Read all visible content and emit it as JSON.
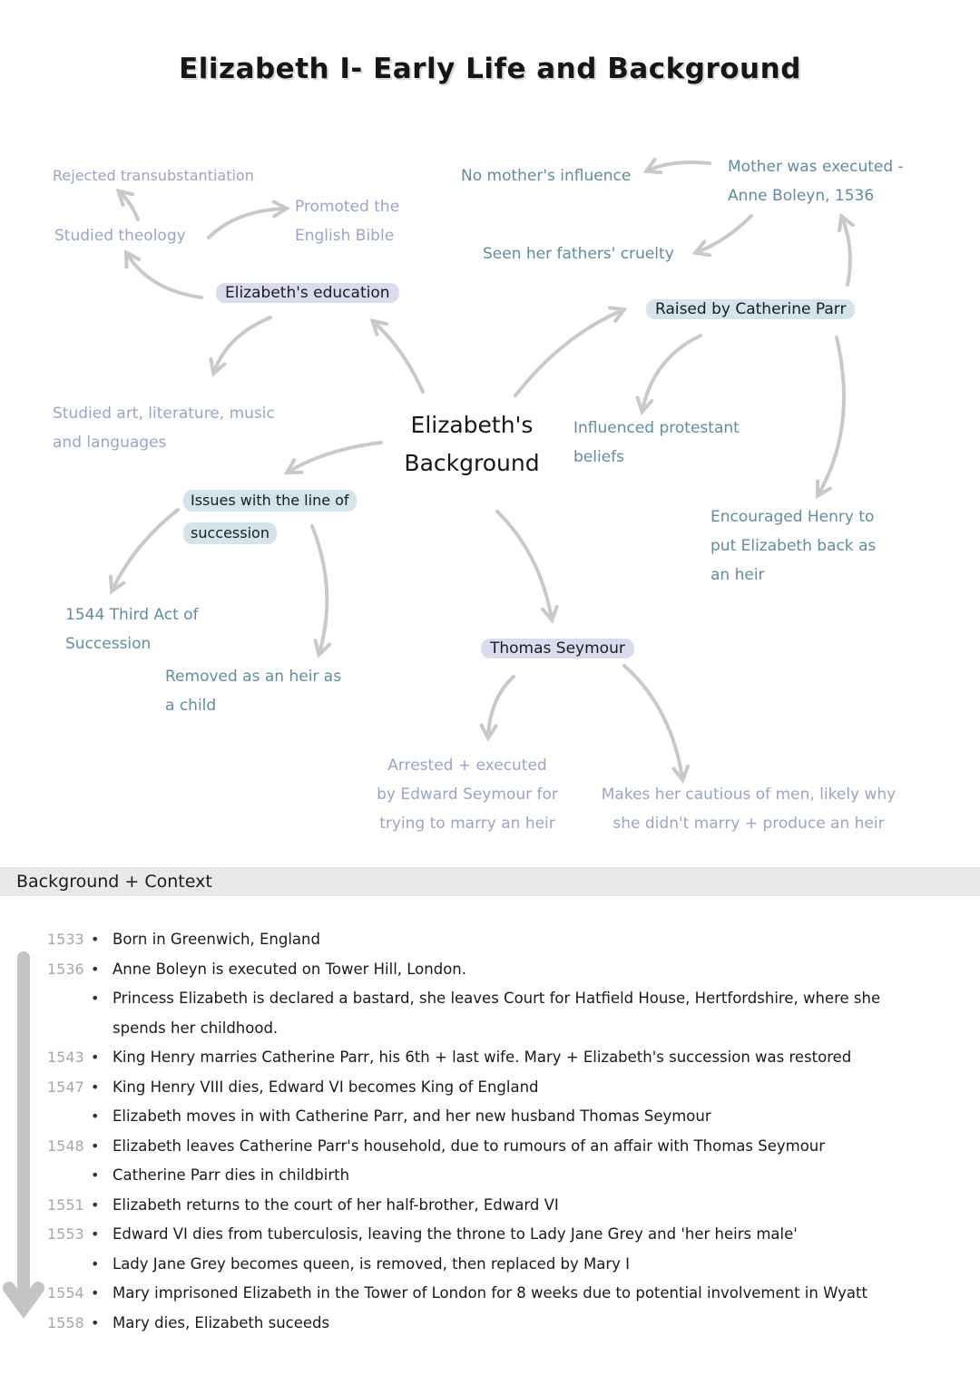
{
  "title": "Elizabeth I- Early Life and Background",
  "mindmap": {
    "center": {
      "line1": "Elizabeth's",
      "line2": "Background"
    },
    "education": {
      "label": "Elizabeth's education",
      "studied_theology": "Studied theology",
      "rejected": "Rejected transubstantiation",
      "promoted_line1": "Promoted the",
      "promoted_line2": "English Bible",
      "studied_art_line1": "Studied art, literature, music",
      "studied_art_line2": "and languages"
    },
    "catherine": {
      "label": "Raised by Catherine Parr",
      "mother_line1": "Mother was executed -",
      "mother_line2": "Anne Boleyn, 1536",
      "no_mother": "No mother's influence",
      "cruelty": "Seen her fathers' cruelty",
      "protestant_line1": "Influenced protestant",
      "protestant_line2": "beliefs",
      "encouraged_line1": "Encouraged Henry to",
      "encouraged_line2": "put Elizabeth back as",
      "encouraged_line3": "an heir"
    },
    "succession": {
      "label_line1": "Issues with the line of",
      "label_line2": "succession",
      "act_line1": "1544 Third Act of",
      "act_line2": "Succession",
      "removed_line1": "Removed as an heir as",
      "removed_line2": "a child"
    },
    "seymour": {
      "label": "Thomas Seymour",
      "arrested_line1": "Arrested + executed",
      "arrested_line2": "by Edward Seymour for",
      "arrested_line3": "trying to marry an heir",
      "cautious_line1": "Makes her cautious of men, likely why",
      "cautious_line2": "she didn't marry + produce an heir"
    }
  },
  "context": {
    "heading": "Background + Context",
    "rows": [
      {
        "year": "1533",
        "dot": "•",
        "text": "Born in Greenwich, England"
      },
      {
        "year": "1536",
        "dot": "•",
        "text": "Anne Boleyn is executed on Tower Hill, London."
      },
      {
        "year": "",
        "dot": "•",
        "text": "Princess Elizabeth is declared a bastard, she leaves Court for Hatfield House, Hertfordshire, where she"
      },
      {
        "year": "",
        "dot": "",
        "text": "spends her childhood."
      },
      {
        "year": "1543",
        "dot": "•",
        "text": "King Henry marries Catherine Parr, his 6th + last wife. Mary + Elizabeth's succession was restored"
      },
      {
        "year": "1547",
        "dot": "•",
        "text": "King Henry VIII dies, Edward VI becomes King of England"
      },
      {
        "year": "",
        "dot": "•",
        "text": "Elizabeth moves in with Catherine Parr, and her new husband Thomas Seymour"
      },
      {
        "year": "1548",
        "dot": "•",
        "text": "Elizabeth leaves Catherine Parr's household, due to rumours of an affair with Thomas Seymour"
      },
      {
        "year": "",
        "dot": "•",
        "text": "Catherine Parr dies in childbirth"
      },
      {
        "year": "1551",
        "dot": "•",
        "text": "Elizabeth returns to the court of her half-brother, Edward VI"
      },
      {
        "year": "1553",
        "dot": "•",
        "text": "Edward VI dies from tuberculosis, leaving the throne to Lady Jane Grey and 'her heirs male'"
      },
      {
        "year": "",
        "dot": "•",
        "text": "Lady Jane Grey becomes queen, is removed, then replaced by Mary I"
      },
      {
        "year": "1554",
        "dot": "•",
        "text": "Mary imprisoned Elizabeth in the Tower of London for 8 weeks due to potential involvement in Wyatt"
      },
      {
        "year": "1558",
        "dot": "•",
        "text": "Mary dies, Elizabeth suceeds"
      }
    ]
  },
  "colors": {
    "arrow": "#c9c9c9",
    "purple_text": "#8791bd",
    "teal_text": "#5e8ea0",
    "purple_highlight": "#d9dcef",
    "teal_highlight": "#d3e5ea",
    "section_bar": "#e9e9e9"
  }
}
